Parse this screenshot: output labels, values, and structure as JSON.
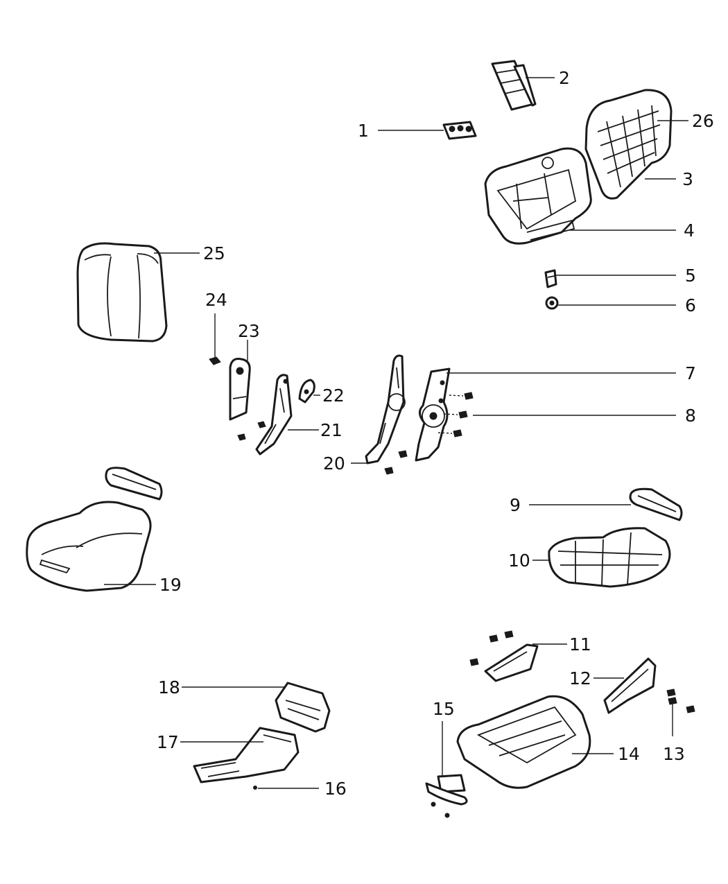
{
  "diagram": {
    "type": "exploded-parts-diagram",
    "callouts": [
      "1",
      "2",
      "3",
      "4",
      "5",
      "6",
      "7",
      "8",
      "9",
      "10",
      "11",
      "12",
      "13",
      "14",
      "15",
      "16",
      "17",
      "18",
      "19",
      "20",
      "21",
      "22",
      "23",
      "24",
      "25",
      "26"
    ],
    "colors": {
      "line": "#1a1a1a",
      "background": "#ffffff"
    }
  }
}
